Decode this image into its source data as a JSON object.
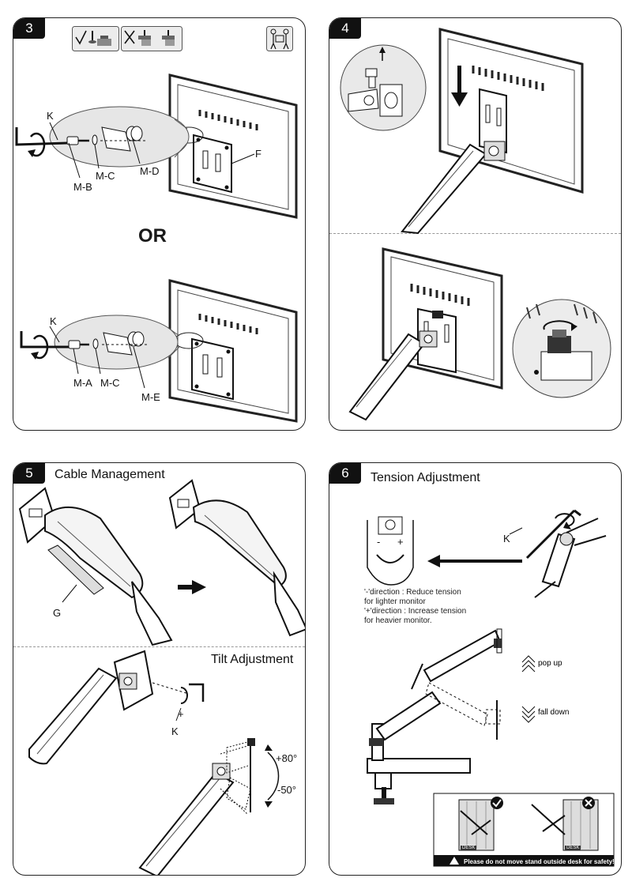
{
  "panel3": {
    "step": "3",
    "or_text": "OR",
    "label_k_top": "K",
    "label_mb": "M-B",
    "label_mc_top": "M-C",
    "label_md": "M-D",
    "label_f": "F",
    "label_k_bottom": "K",
    "label_ma": "M-A",
    "label_mc_bottom": "M-C",
    "label_me": "M-E",
    "icons": [
      "check-screw-icon",
      "cross-screw-icon",
      "two-person-icon"
    ]
  },
  "panel4": {
    "step": "4"
  },
  "panel5": {
    "step": "5",
    "title": "Cable Management",
    "label_g": "G",
    "tilt_title": "Tilt Adjustment",
    "label_k": "K",
    "plus": "+",
    "minus": "-",
    "angle_up": "+80°",
    "angle_down": "-50°"
  },
  "panel6": {
    "step": "6",
    "title": "Tension Adjustment",
    "label_k": "K",
    "minus": "-",
    "plus": "+",
    "note_line1": "'-'direction : Reduce tension",
    "note_line2": "for lighter monitor",
    "note_line3": "'+'direction : Increase tension",
    "note_line4": "for heavier monitor.",
    "pop_up": "pop up",
    "fall_down": "fall down",
    "desk_left": "DESK",
    "desk_right": "DESK",
    "safety": "Please do not move stand outside desk for safety!"
  }
}
